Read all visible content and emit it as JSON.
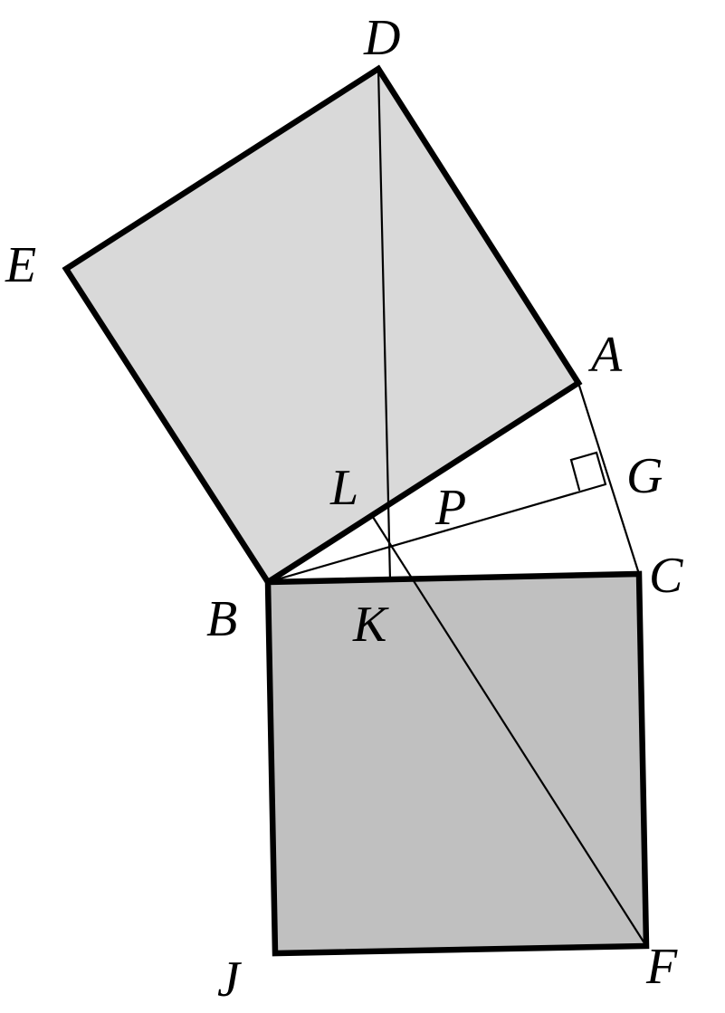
{
  "colors": {
    "square_on_AB": "#d9d9d9",
    "square_on_BC": "#c0c0c0",
    "stroke": "#000000"
  },
  "labels": {
    "A": "A",
    "B": "B",
    "C": "C",
    "D": "D",
    "E": "E",
    "F": "F",
    "G": "G",
    "J": "J",
    "K": "K",
    "L": "L",
    "P": "P"
  }
}
